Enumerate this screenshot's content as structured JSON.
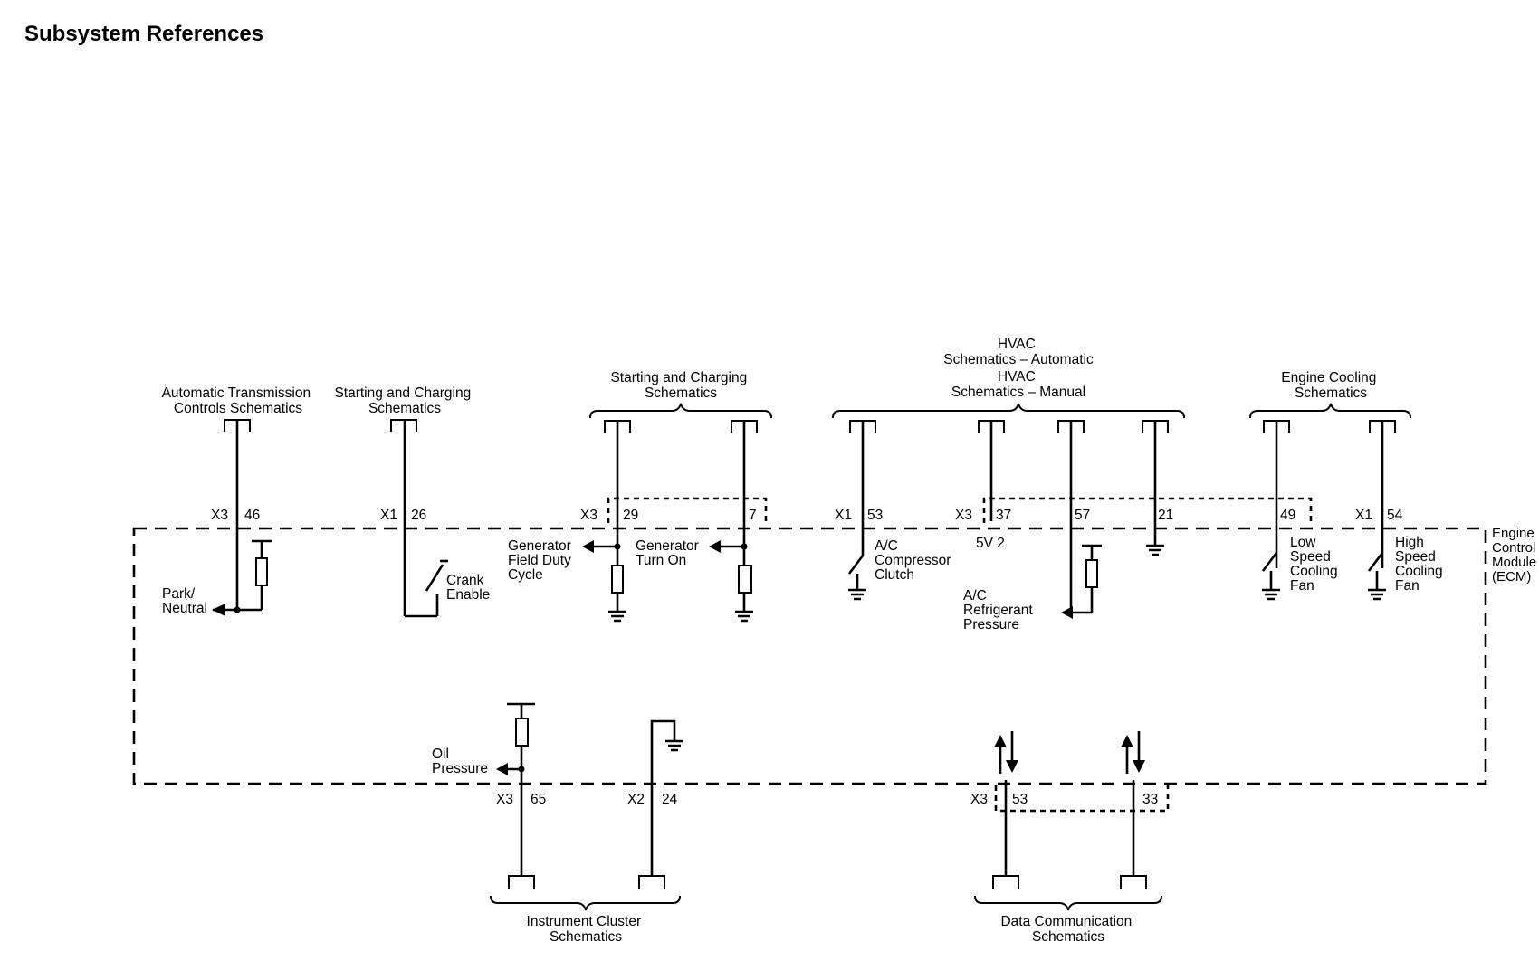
{
  "page_title": "Subsystem References",
  "ecm_label": [
    "Engine",
    "Control",
    "Module",
    "(ECM)"
  ],
  "top_refs": {
    "auto_trans": [
      "Automatic Transmission",
      "Controls Schematics"
    ],
    "start_charge_1": [
      "Starting and Charging",
      "Schematics"
    ],
    "start_charge_2": [
      "Starting and Charging",
      "Schematics"
    ],
    "hvac_auto": [
      "HVAC",
      "Schematics – Automatic"
    ],
    "hvac_manual": [
      "HVAC",
      "Schematics – Manual"
    ],
    "engine_cooling": [
      "Engine Cooling",
      "Schematics"
    ]
  },
  "bottom_refs": {
    "instrument_cluster": [
      "Instrument Cluster",
      "Schematics"
    ],
    "data_comm": [
      "Data Communication",
      "Schematics"
    ]
  },
  "connectors": {
    "p46": {
      "conn": "X3",
      "pin": "46"
    },
    "p26": {
      "conn": "X1",
      "pin": "26"
    },
    "p29": {
      "conn": "X3",
      "pin": "29"
    },
    "p7": {
      "pin": "7"
    },
    "p53a": {
      "conn": "X1",
      "pin": "53"
    },
    "p37": {
      "conn": "X3",
      "pin": "37"
    },
    "p57": {
      "pin": "57"
    },
    "p21": {
      "pin": "21"
    },
    "p49": {
      "pin": "49"
    },
    "p54": {
      "conn": "X1",
      "pin": "54"
    },
    "p65": {
      "conn": "X3",
      "pin": "65"
    },
    "p24": {
      "conn": "X2",
      "pin": "24"
    },
    "p53b": {
      "conn": "X3",
      "pin": "53"
    },
    "p33": {
      "pin": "33"
    }
  },
  "signals": {
    "park_neutral": [
      "Park/",
      "Neutral"
    ],
    "crank_enable": [
      "Crank",
      "Enable"
    ],
    "gen_field": [
      "Generator",
      "Field Duty",
      "Cycle"
    ],
    "gen_turn_on": [
      "Generator",
      "Turn On"
    ],
    "ac_clutch": [
      "A/C",
      "Compressor",
      "Clutch"
    ],
    "five_v": "5V 2",
    "ac_pressure": [
      "A/C",
      "Refrigerant",
      "Pressure"
    ],
    "low_fan": [
      "Low",
      "Speed",
      "Cooling",
      "Fan"
    ],
    "high_fan": [
      "High",
      "Speed",
      "Cooling",
      "Fan"
    ],
    "oil_pressure": [
      "Oil",
      "Pressure"
    ]
  }
}
